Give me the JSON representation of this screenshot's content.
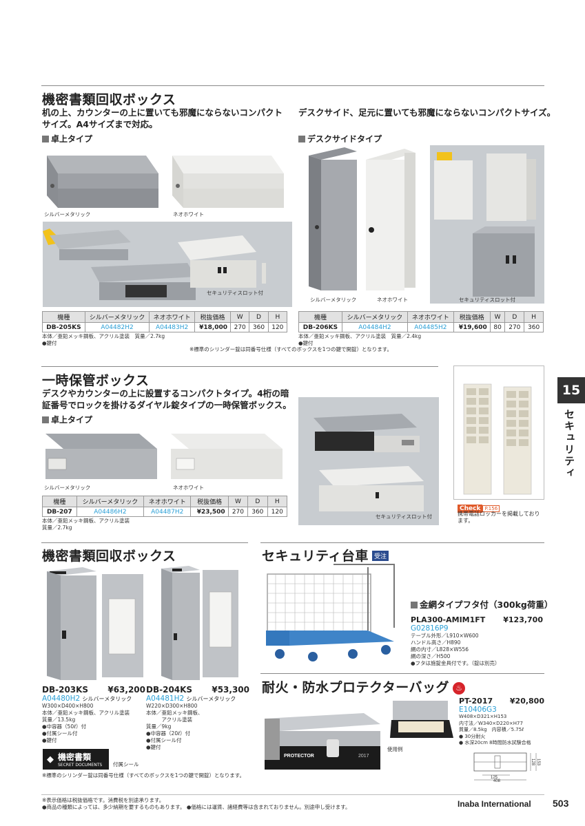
{
  "colors": {
    "link": "#2a9fd6",
    "rule": "#888888",
    "tab_bg": "#333333",
    "check_bg": "#e05a2a",
    "juchu_bg": "#2a4b8f"
  },
  "sec1": {
    "title": "機密書類回収ボックス",
    "desc_left": [
      "机の上、カウンターの上に置いても邪魔にならないコンパクト",
      "サイズ。A4サイズまで対応。"
    ],
    "desc_right": "デスクサイド、足元に置いても邪魔にならないコンパクトサイズ。",
    "sub_left": "卓上タイプ",
    "sub_right": "デスクサイドタイプ",
    "cap_silver": "シルバーメタリック",
    "cap_white": "ネオホワイト",
    "cap_slot": "セキュリティスロット付",
    "cap_silver2": "シルバーメタリック",
    "cap_white2": "ネオホワイト",
    "cap_slot2": "セキュリティスロット付",
    "headers": [
      "機種",
      "シルバーメタリック",
      "ネオホワイト",
      "税抜価格",
      "W",
      "D",
      "H"
    ],
    "row_left": [
      "DB-205KS",
      "A04482H2",
      "A04483H2",
      "¥18,000",
      "270",
      "360",
      "120"
    ],
    "row_right": [
      "DB-206KS",
      "A04484H2",
      "A04485H2",
      "¥19,600",
      "80",
      "270",
      "360"
    ],
    "note_left": [
      "本体／亜鉛メッキ鋼板、アクリル塗装　質量／2.7kg",
      "●鍵付"
    ],
    "note_right": [
      "本体／亜鉛メッキ鋼板、アクリル塗装　質量／2.4kg",
      "●鍵付"
    ],
    "cylinder_note": "※標準のシリンダー錠は同番号仕様（すべてのボックスを1つの鍵で開錠）となります。"
  },
  "sec2": {
    "title": "一時保管ボックス",
    "desc": [
      "デスクやカウンターの上に設置するコンパクトタイプ。4桁の暗",
      "証番号でロックを掛けるダイヤル錠タイプの一時保管ボックス。"
    ],
    "sub": "卓上タイプ",
    "cap_silver": "シルバーメタリック",
    "cap_white": "ネオホワイト",
    "cap_slot": "セキュリティスロット付",
    "headers": [
      "機種",
      "シルバーメタリック",
      "ネオホワイト",
      "税抜価格",
      "W",
      "D",
      "H"
    ],
    "row": [
      "DB-207",
      "A04486H2",
      "A04487H2",
      "¥23,500",
      "270",
      "360",
      "120"
    ],
    "note": [
      "本体／亜鉛メッキ鋼板、アクリル塗装",
      "質量／2.7kg"
    ],
    "check_label": "Check",
    "check_page": "P.156",
    "check_text": [
      "携帯電話ロッカーを掲載しており",
      "ます。"
    ]
  },
  "tab": {
    "number": "15",
    "label": "セキュリティ"
  },
  "sec3": {
    "title": "機密書類回収ボックス",
    "p1_model": "DB-203KS",
    "p1_price": "¥63,200",
    "p1_code": "A04480H2",
    "p1_color": "シルバーメタリック",
    "p1_specs": [
      "W300×D400×H800",
      "本体／亜鉛メッキ鋼板、アクリル塗装",
      "質量／13.5kg",
      "●中容器（50ℓ）付",
      "●付属シール付",
      "●鍵付"
    ],
    "p2_model": "DB-204KS",
    "p2_price": "¥53,300",
    "p2_code": "A04481H2",
    "p2_color": "シルバーメタリック",
    "p2_specs": [
      "W220×D300×H800",
      "本体／亜鉛メッキ鋼板、",
      "　　　アクリル塗装",
      "質量／9kg",
      "●中容器（20ℓ）付",
      "●付属シール付",
      "●鍵付"
    ],
    "sticker_jp": "機密書類",
    "sticker_en": "SECRET DOCUMENTS",
    "sticker_cap": "付属シール",
    "cylinder_note": "※標準のシリンダー錠は同番号仕様（すべてのボックスを1つの鍵で開錠）となります。"
  },
  "sec4": {
    "title": "セキュリティ台車",
    "badge": "受注",
    "sub": "金網タイプフタ付（300kg荷重）",
    "model": "PLA300-AMIM1FT",
    "price": "¥123,700",
    "code": "G02816P9",
    "specs": [
      "テーブル外形／L910×W600",
      "ハンドル高さ／H890",
      "網の内寸／L828×W556",
      "網の深さ／H500",
      "●フタは施錠金具付です。（錠は別売）"
    ]
  },
  "sec5": {
    "title": "耐火・防水プロテクターバッグ",
    "model": "PT-2017",
    "price": "¥20,800",
    "code": "E10406G3",
    "specs": [
      "W408×D321×H153",
      "内寸法／W340×D220×H77",
      "質量／8.5kg　内容積／5.75ℓ",
      "● 30分耐火",
      "● 水深20cm 8時間防水試験合格"
    ],
    "usage_cap": "使用例",
    "bag_brand": "PROTECTOR",
    "bag_model": "2017",
    "dim_w1": "125",
    "dim_w2": "408",
    "dim_h1": "128",
    "dim_h2": "153"
  },
  "footer": {
    "note1": "※表示価格は税抜価格です。消費税を別途承ります。",
    "note2": "●商品の種類によっては、多少納期を要するものもあります。 ●価格には運賃、諸経費等は含まれておりません。別途申し受けます。",
    "brand": "Inaba International",
    "page": "503"
  }
}
